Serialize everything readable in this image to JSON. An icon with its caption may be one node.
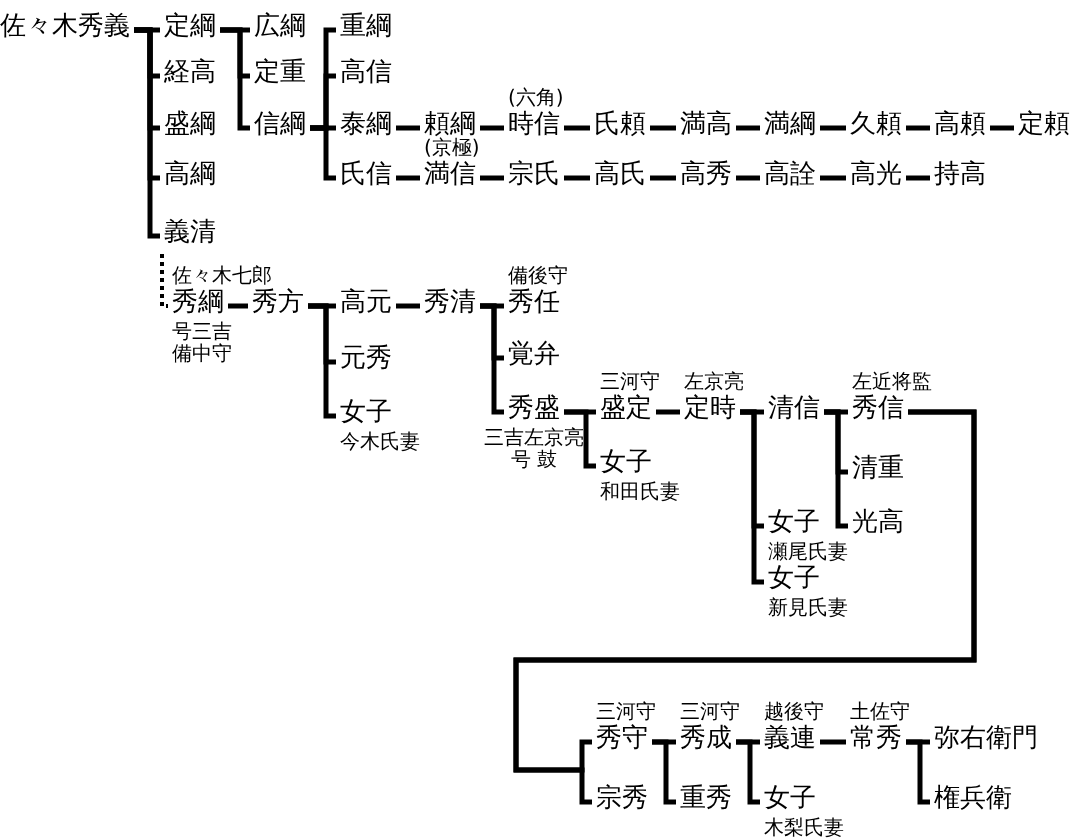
{
  "diagram": {
    "nodes": [
      {
        "text": [
          "佐々木秀義"
        ]
      },
      {
        "text": [
          "定綱"
        ]
      },
      {
        "text": [
          "経高"
        ]
      },
      {
        "text": [
          "盛綱"
        ]
      },
      {
        "text": [
          "高綱"
        ]
      },
      {
        "text": [
          "義清"
        ]
      },
      {
        "text": [
          "広綱"
        ]
      },
      {
        "text": [
          "定重"
        ]
      },
      {
        "text": [
          "信綱"
        ]
      },
      {
        "text": [
          "重綱"
        ]
      },
      {
        "text": [
          "高信"
        ]
      },
      {
        "text": [
          "泰綱"
        ]
      },
      {
        "text": [
          "氏信"
        ]
      },
      {
        "text": [
          "頼綱"
        ]
      },
      {
        "text": [
          "時信"
        ],
        "beside": [
          "(六角)"
        ]
      },
      {
        "text": [
          "氏頼"
        ]
      },
      {
        "text": [
          "満高"
        ]
      },
      {
        "text": [
          "満綱"
        ]
      },
      {
        "text": [
          "久頼"
        ]
      },
      {
        "text": [
          "高頼"
        ]
      },
      {
        "text": [
          "定頼"
        ]
      },
      {
        "text": [
          "満信"
        ],
        "beside": [
          "(京極)"
        ]
      },
      {
        "text": [
          "宗氏"
        ]
      },
      {
        "text": [
          "高氏"
        ]
      },
      {
        "text": [
          "高秀"
        ]
      },
      {
        "text": [
          "高詮"
        ]
      },
      {
        "text": [
          "高光"
        ]
      },
      {
        "text": [
          "持高"
        ]
      },
      {
        "text": [
          "秀綱"
        ],
        "beside": [
          "佐々木七郎",
          "号三吉",
          "備中守"
        ]
      },
      {
        "text": [
          "秀方"
        ]
      },
      {
        "text": [
          "高元"
        ]
      },
      {
        "text": [
          "秀清"
        ]
      },
      {
        "text": [
          "元秀"
        ]
      },
      {
        "text": [
          "女子"
        ],
        "beside": [
          "今木氏妻"
        ]
      },
      {
        "text": [
          "秀任"
        ],
        "beside": [
          "備後守"
        ]
      },
      {
        "text": [
          "覚弁"
        ]
      },
      {
        "text": [
          "秀盛"
        ],
        "beside": [
          "三吉左京亮",
          "号 鼓"
        ]
      },
      {
        "text": [
          "盛定"
        ],
        "beside": [
          "三河守"
        ]
      },
      {
        "text": [
          "女子"
        ],
        "beside": [
          "和田氏妻"
        ]
      },
      {
        "text": [
          "定時"
        ],
        "beside": [
          "左京亮"
        ]
      },
      {
        "text": [
          "清信"
        ]
      },
      {
        "text": [
          "女子"
        ],
        "beside": [
          "瀬尾氏妻"
        ]
      },
      {
        "text": [
          "女子"
        ],
        "beside": [
          "新見氏妻"
        ]
      },
      {
        "text": [
          "秀信"
        ],
        "beside": [
          "左近将監"
        ]
      },
      {
        "text": [
          "清重"
        ]
      },
      {
        "text": [
          "光高"
        ]
      },
      {
        "text": [
          "秀守"
        ],
        "beside": [
          "三河守"
        ]
      },
      {
        "text": [
          "宗秀"
        ]
      },
      {
        "text": [
          "秀成"
        ],
        "beside": [
          "三河守"
        ]
      },
      {
        "text": [
          "重秀"
        ]
      },
      {
        "text": [
          "義連"
        ],
        "beside": [
          "越後守"
        ]
      },
      {
        "text": [
          "女子"
        ],
        "beside": [
          "木梨氏妻"
        ]
      },
      {
        "text": [
          "常秀"
        ],
        "beside": [
          "土佐守"
        ]
      },
      {
        "text": [
          "弥右衛門"
        ]
      },
      {
        "text": [
          "権兵衛"
        ]
      }
    ],
    "edges": [
      {
        "from": 0,
        "to": 1,
        "arrow": "none"
      },
      {
        "from": 0,
        "to": 2,
        "arrow": "none"
      },
      {
        "from": 0,
        "to": 3,
        "arrow": "none"
      },
      {
        "from": 0,
        "to": 4,
        "arrow": "none"
      },
      {
        "from": 0,
        "to": 5,
        "arrow": "none"
      },
      {
        "from": 1,
        "to": 6,
        "arrow": "none"
      },
      {
        "from": 1,
        "to": 7,
        "arrow": "none"
      },
      {
        "from": 1,
        "to": 8,
        "arrow": "none"
      },
      {
        "from": 8,
        "to": 9,
        "arrow": "none"
      },
      {
        "from": 8,
        "to": 10,
        "arrow": "none"
      },
      {
        "from": 8,
        "to": 11,
        "arrow": "none"
      },
      {
        "from": 8,
        "to": 12,
        "arrow": "none"
      },
      {
        "from": 11,
        "to": 13,
        "arrow": "none"
      },
      {
        "from": 13,
        "to": 14,
        "arrow": "none"
      },
      {
        "from": 14,
        "to": 15,
        "arrow": "none"
      },
      {
        "from": 15,
        "to": 16,
        "arrow": "none"
      },
      {
        "from": 16,
        "to": 17,
        "arrow": "none"
      },
      {
        "from": 17,
        "to": 18,
        "arrow": "none"
      },
      {
        "from": 18,
        "to": 19,
        "arrow": "none"
      },
      {
        "from": 19,
        "to": 20,
        "arrow": "none"
      },
      {
        "from": 12,
        "to": 21,
        "arrow": "none"
      },
      {
        "from": 21,
        "to": 22,
        "arrow": "none"
      },
      {
        "from": 22,
        "to": 23,
        "arrow": "none"
      },
      {
        "from": 23,
        "to": 24,
        "arrow": "none"
      },
      {
        "from": 24,
        "to": 25,
        "arrow": "none"
      },
      {
        "from": 25,
        "to": 26,
        "arrow": "none"
      },
      {
        "from": 26,
        "to": 27,
        "arrow": "none"
      },
      {
        "from": 5,
        "to": 28,
        "arrow": "none",
        "style": "dashed"
      },
      {
        "from": 28,
        "to": 29,
        "arrow": "none"
      },
      {
        "from": 29,
        "to": 30,
        "arrow": "none"
      },
      {
        "from": 29,
        "to": 32,
        "arrow": "none"
      },
      {
        "from": 29,
        "to": 33,
        "arrow": "none"
      },
      {
        "from": 30,
        "to": 31,
        "arrow": "none"
      },
      {
        "from": 31,
        "to": 34,
        "arrow": "none"
      },
      {
        "from": 31,
        "to": 35,
        "arrow": "none"
      },
      {
        "from": 31,
        "to": 36,
        "arrow": "none"
      },
      {
        "from": 36,
        "to": 37,
        "arrow": "none"
      },
      {
        "from": 36,
        "to": 38,
        "arrow": "none"
      },
      {
        "from": 37,
        "to": 39,
        "arrow": "none"
      },
      {
        "from": 39,
        "to": 40,
        "arrow": "none"
      },
      {
        "from": 39,
        "to": 41,
        "arrow": "none"
      },
      {
        "from": 39,
        "to": 42,
        "arrow": "none"
      },
      {
        "from": 40,
        "to": 43,
        "arrow": "none"
      },
      {
        "from": 40,
        "to": 44,
        "arrow": "none"
      },
      {
        "from": 40,
        "to": 45,
        "arrow": "none"
      },
      {
        "from": 43,
        "to": 46,
        "arrow": "none"
      },
      {
        "from": 43,
        "to": 47,
        "arrow": "none"
      },
      {
        "from": 46,
        "to": 48,
        "arrow": "none"
      },
      {
        "from": 46,
        "to": 49,
        "arrow": "none"
      },
      {
        "from": 48,
        "to": 50,
        "arrow": "none"
      },
      {
        "from": 48,
        "to": 51,
        "arrow": "none"
      },
      {
        "from": 50,
        "to": 52,
        "arrow": "none"
      },
      {
        "from": 52,
        "to": 53,
        "arrow": "none"
      },
      {
        "from": 52,
        "to": 54,
        "arrow": "none"
      }
    ]
  }
}
